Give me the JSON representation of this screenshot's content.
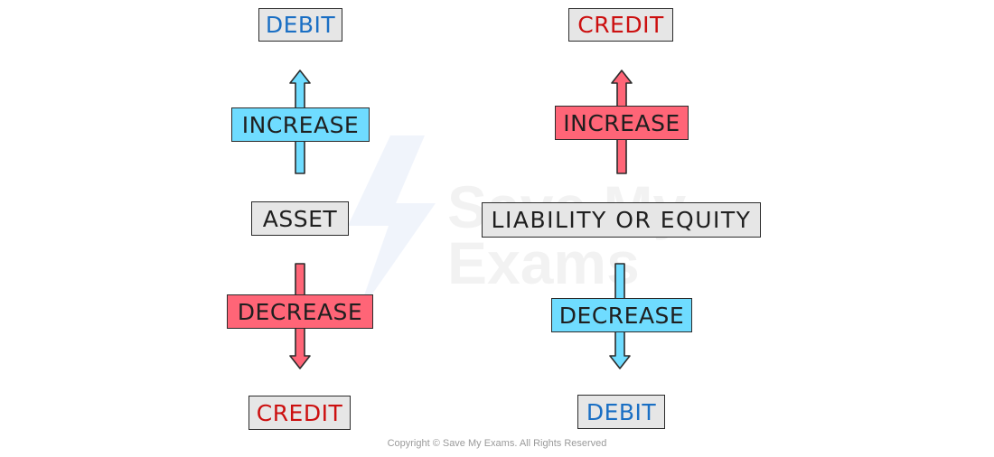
{
  "asset_column": {
    "top_label": "DEBIT",
    "increase_label": "INCREASE",
    "center_label": "ASSET",
    "decrease_label": "DECREASE",
    "bottom_label": "CREDIT"
  },
  "liability_column": {
    "top_label": "CREDIT",
    "increase_label": "INCREASE",
    "center_label": "LIABILITY OR EQUITY",
    "decrease_label": "DECREASE",
    "bottom_label": "DEBIT"
  },
  "watermark": {
    "text_line1": "Save My",
    "text_line2": "Exams"
  },
  "footer": {
    "copyright": "Copyright © Save My Exams. All Rights Reserved"
  },
  "colors": {
    "debit_text": "#1a6fc4",
    "credit_text": "#cc1010",
    "blue_fill": "#6fdcff",
    "red_fill": "#ff6577",
    "grey_fill": "#e6e6e6",
    "outline": "#2b2b2b"
  }
}
